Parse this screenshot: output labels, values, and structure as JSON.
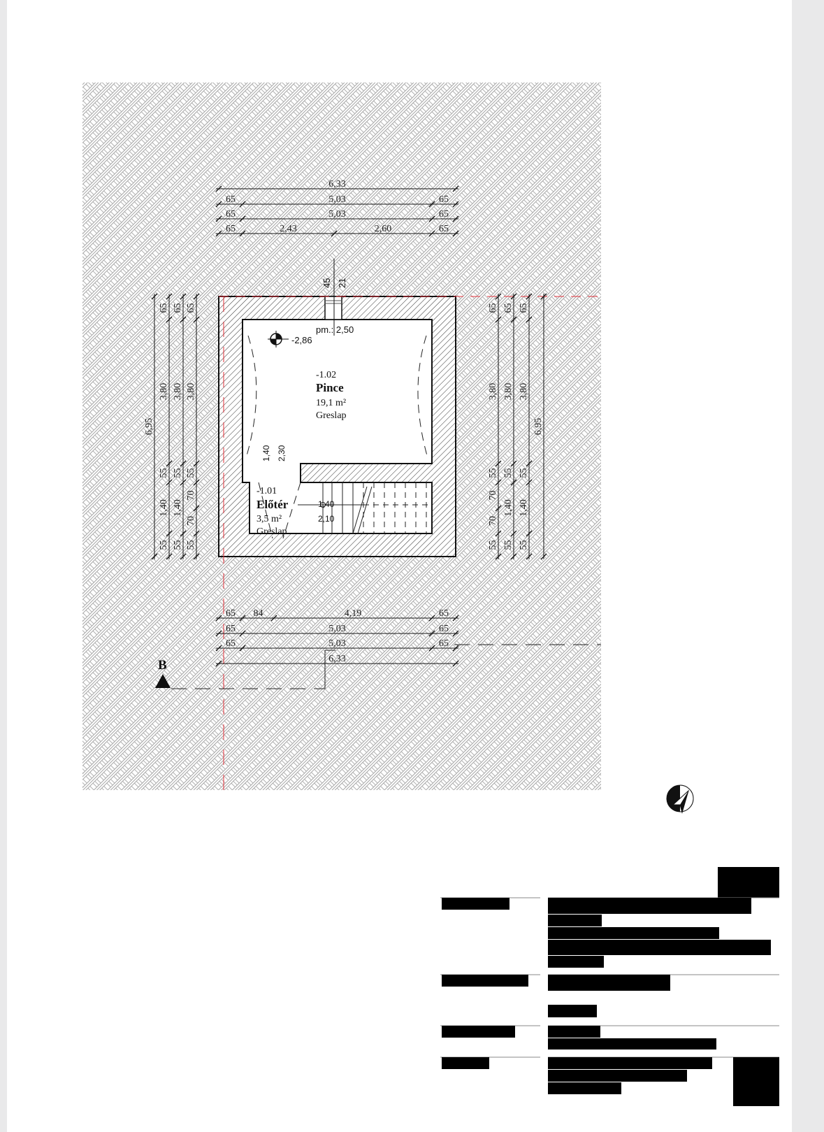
{
  "plan": {
    "rooms": [
      {
        "level": "-1.02",
        "name": "Pince",
        "area": "19,1 m²",
        "floor": "Greslap"
      },
      {
        "level": "-1.01",
        "name": "Előtér",
        "area": "3,5 m²",
        "floor": "Greslap"
      }
    ],
    "spot_level": "-2,86",
    "parapet": "pm.: 2,50",
    "window_dims": [
      "45",
      "21"
    ],
    "door_pince": [
      "1,40",
      "2,30"
    ],
    "door_stair": [
      "1,40",
      "2,10"
    ],
    "section_marker": "B"
  },
  "dimensions": {
    "top": [
      [
        "6,33"
      ],
      [
        "65",
        "5,03",
        "65"
      ],
      [
        "65",
        "5,03",
        "65"
      ],
      [
        "65",
        "2,43",
        "2,60",
        "65"
      ]
    ],
    "bottom": [
      [
        "65",
        "84",
        "4,19",
        "65"
      ],
      [
        "65",
        "5,03",
        "65"
      ],
      [
        "65",
        "5,03",
        "65"
      ],
      [
        "6,33"
      ]
    ],
    "left": [
      [
        "6,95"
      ],
      [
        "65",
        "3,80",
        "55",
        "1,40",
        "55"
      ],
      [
        "65",
        "3,80",
        "55",
        "1,40",
        "55"
      ],
      [
        "65",
        "3,80",
        "55",
        "70",
        "70",
        "55"
      ]
    ],
    "right": [
      [
        "65",
        "3,80",
        "55",
        "70",
        "70",
        "55"
      ],
      [
        "65",
        "3,80",
        "55",
        "1,40",
        "55"
      ],
      [
        "65",
        "3,80",
        "55",
        "1,40",
        "55"
      ],
      [
        "6,95"
      ]
    ]
  },
  "colors": {
    "hatch": "#9a9a9a",
    "line": "#111111",
    "boundary": "#e0303a"
  }
}
